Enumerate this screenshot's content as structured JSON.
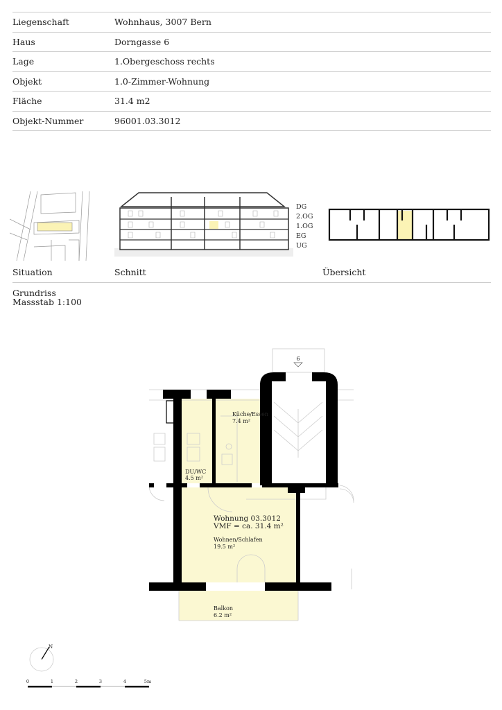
{
  "info": [
    {
      "label": "Liegenschaft",
      "value": "Wohnhaus, 3007 Bern"
    },
    {
      "label": "Haus",
      "value": "Dorngasse 6"
    },
    {
      "label": "Lage",
      "value": "1.Obergeschoss rechts"
    },
    {
      "label": "Objekt",
      "value": "1.0-Zimmer-Wohnung"
    },
    {
      "label": "Fläche",
      "value": "31.4 m2"
    },
    {
      "label": "Objekt-Nummer",
      "value": "96001.03.3012"
    }
  ],
  "thumbs": {
    "situation": "Situation",
    "schnitt": "Schnitt",
    "uebersicht": "Übersicht",
    "levels": [
      "DG",
      "2.OG",
      "1.OG",
      "EG",
      "UG"
    ]
  },
  "plan": {
    "title": "Grundriss",
    "scale": "Massstab 1:100",
    "apartment": "Wohnung 03.3012",
    "vmf": "VMF = ca. 31.4 m²",
    "rooms": [
      {
        "name": "Küche/Essen",
        "area": "7.4 m²"
      },
      {
        "name": "DU/WC",
        "area": "4.5 m²"
      },
      {
        "name": "Wohnen/Schlafen",
        "area": "19.5 m²"
      },
      {
        "name": "Balkon",
        "area": "6.2 m²"
      }
    ],
    "house_number": "6",
    "north": "N",
    "scalebar": [
      "0",
      "1",
      "2",
      "3",
      "4",
      "5m"
    ],
    "highlight": "#fbf8d2"
  }
}
